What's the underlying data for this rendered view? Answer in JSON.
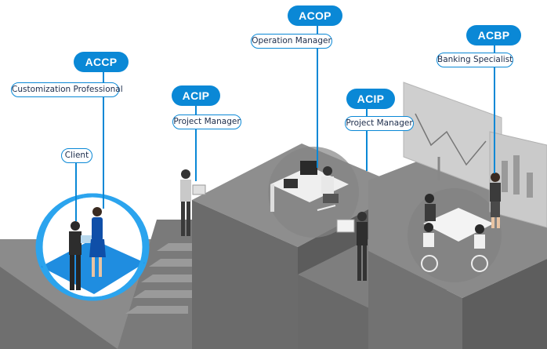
{
  "labels": {
    "accp": {
      "badge": "ACCP",
      "role": "Customization Professional"
    },
    "client": {
      "role": "Client"
    },
    "acip_left": {
      "badge": "ACIP",
      "role": "Project Manager"
    },
    "acop": {
      "badge": "ACOP",
      "role": "Operation Manager"
    },
    "acip_right": {
      "badge": "ACIP",
      "role": "Project Manager"
    },
    "acbp": {
      "badge": "ACBP",
      "role": "Banking Specialist"
    }
  },
  "colors": {
    "accent": "#0a88d6",
    "accent_light": "#2ba4ee",
    "stage": "#7d7d7d"
  }
}
